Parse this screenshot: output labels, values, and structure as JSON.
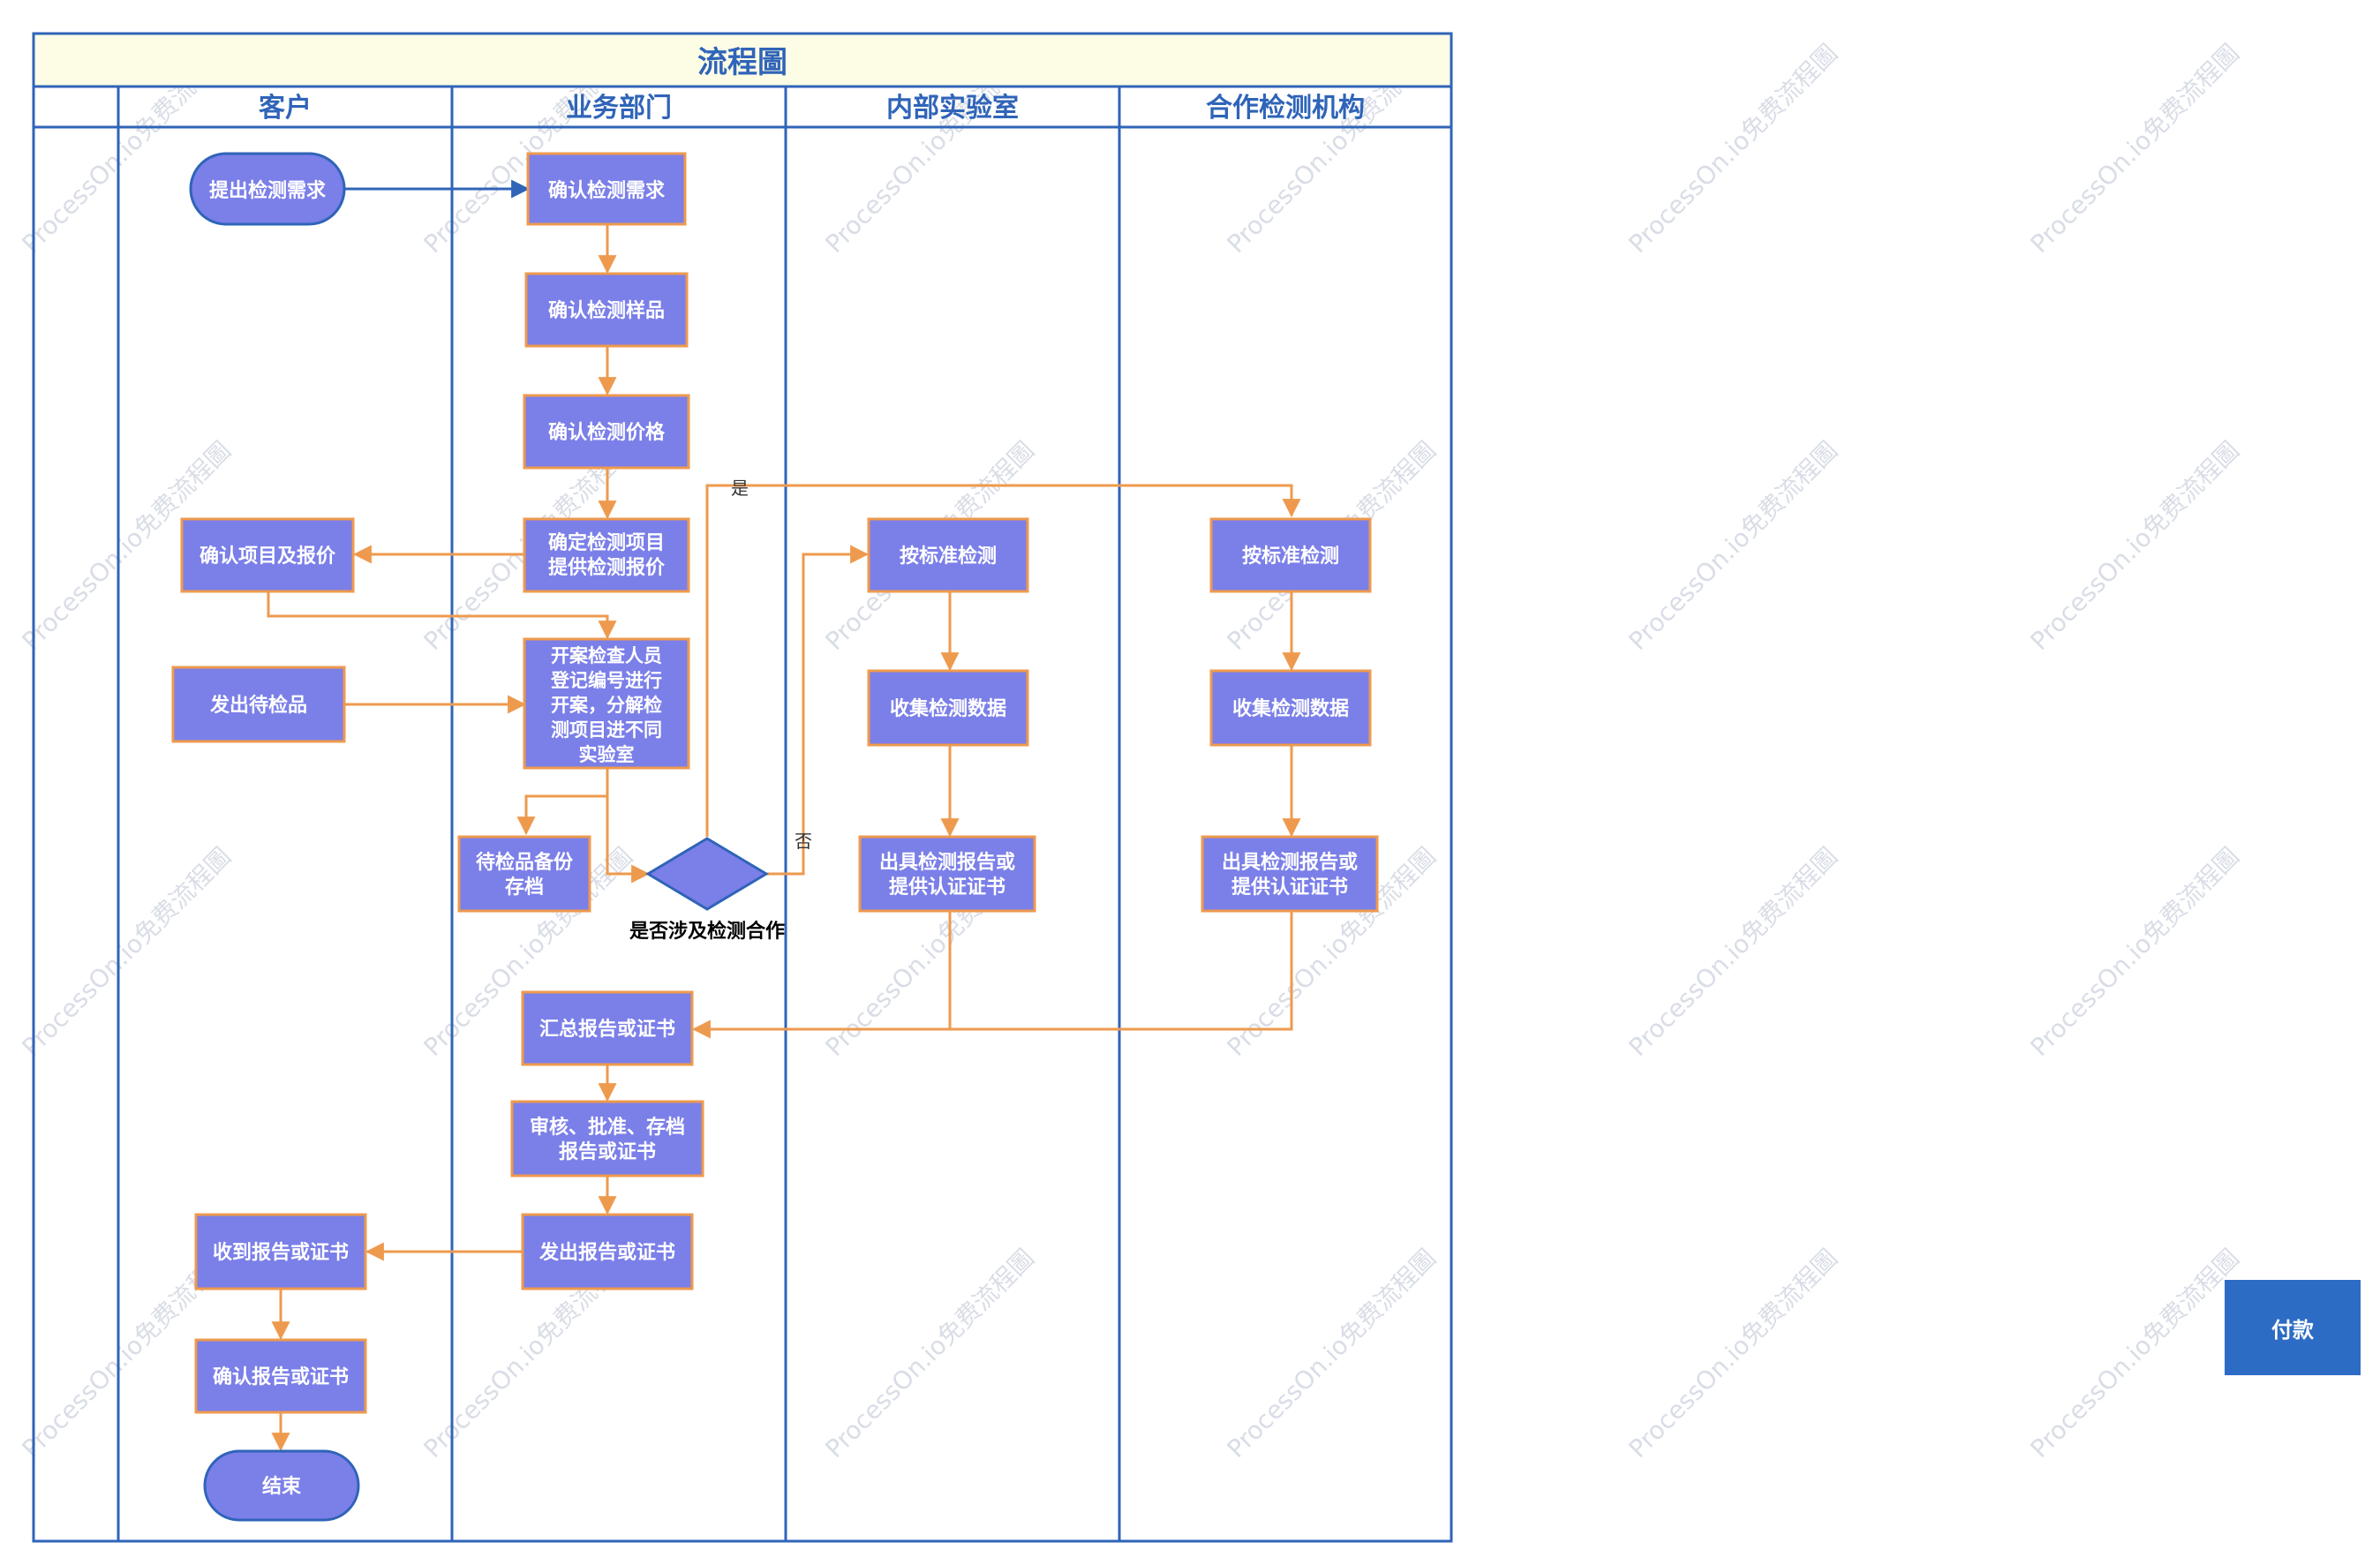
{
  "title": "流程圖",
  "lanes": [
    "客户",
    "业务部门",
    "内部实验室",
    "合作检测机构"
  ],
  "nodes": {
    "client_request": "提出检测需求",
    "confirm_request": "确认检测需求",
    "confirm_sample": "确认检测样品",
    "confirm_price": "确认检测价格",
    "define_items": [
      "确定检测项目",
      "提供检测报价"
    ],
    "client_confirm_quote": "确认项目及报价",
    "client_send_sample": "发出待检品",
    "open_case": [
      "开案检查人员",
      "登记编号进行",
      "开案，分解检",
      "测项目进不同",
      "实验室"
    ],
    "sample_backup": [
      "待检品备份",
      "存档"
    ],
    "decision": "是否涉及检测合作",
    "lab_test": "按标准检测",
    "lab_collect": "收集检测数据",
    "lab_report": [
      "出具检测报告或",
      "提供认证证书"
    ],
    "partner_test": "按标准检测",
    "partner_collect": "收集检测数据",
    "partner_report": [
      "出具检测报告或",
      "提供认证证书"
    ],
    "summarize": "汇总报告或证书",
    "review": [
      "审核、批准、存档",
      "报告或证书"
    ],
    "issue": "发出报告或证书",
    "client_receive": "收到报告或证书",
    "client_confirm_report": "确认报告或证书",
    "end": "结束"
  },
  "edge_labels": {
    "yes": "是",
    "no": "否"
  },
  "watermark": "ProcessOn.io免费流程圖",
  "pay_button": "付款",
  "colors": {
    "node_fill": "#7b7fe8",
    "node_border_orange": "#ee9a4e",
    "node_border_blue": "#2f64b8",
    "arrow_orange": "#ee9a4e",
    "arrow_blue": "#2f64b8",
    "lane_border": "#2f64b8",
    "title_bg": "#fdfde6",
    "button_bg": "#2d6cc5"
  }
}
